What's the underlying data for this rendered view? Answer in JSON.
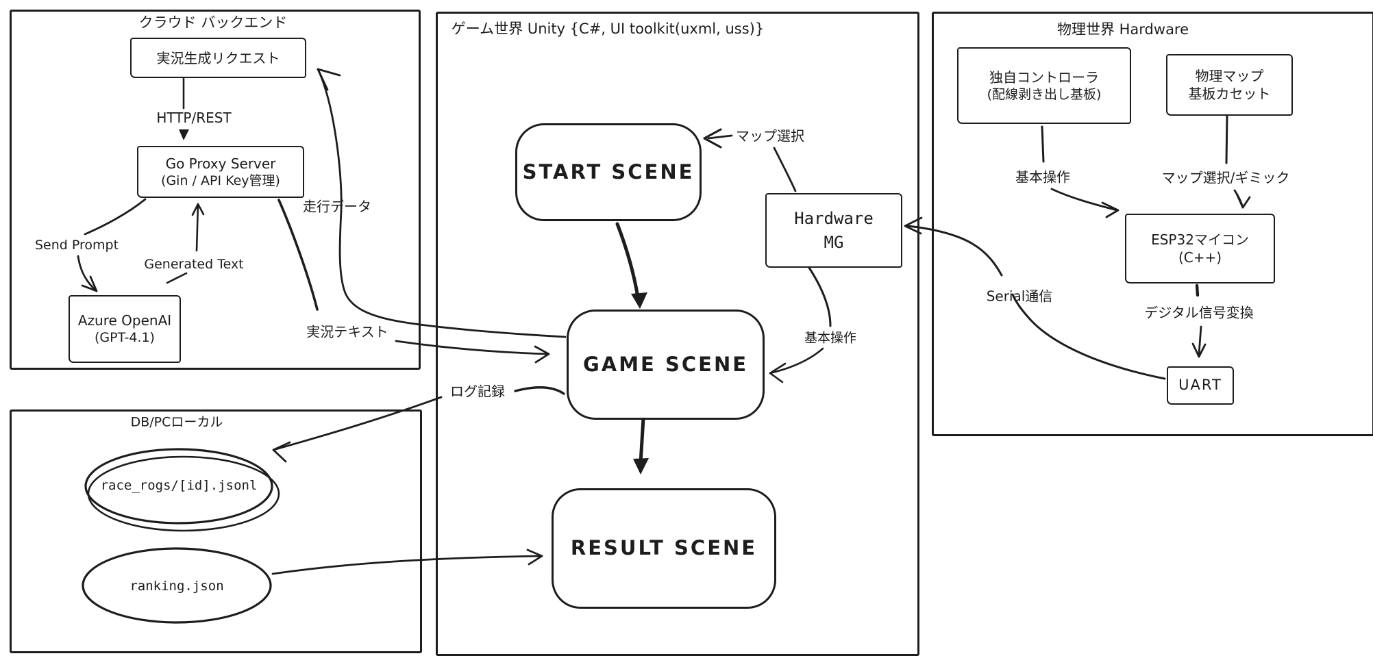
{
  "colors": {
    "ink": "#1d1d1d",
    "background": "#ffffff"
  },
  "cloud": {
    "title": "クラウド バックエンド",
    "request_label": "実況生成リクエスト",
    "http_label": "HTTP/REST",
    "proxy_line1": "Go Proxy Server",
    "proxy_line2": "(Gin / API Key管理)",
    "send_prompt_label": "Send Prompt",
    "generated_text_label": "Generated Text",
    "azure_line1": "Azure OpenAI",
    "azure_line2": "(GPT-4.1)",
    "run_data_label": "走行データ",
    "commentary_label": "実況テキスト"
  },
  "unity": {
    "title": "ゲーム世界 Unity {C#, UI toolkit(uxml, uss)}",
    "start_label": "START SCENE",
    "game_label": "GAME SCENE",
    "result_label": "RESULT SCENE",
    "hwmg_line1": "Hardware",
    "hwmg_line2": "MG",
    "map_select_label": "マップ選択",
    "basic_ops_label": "基本操作",
    "log_label": "ログ記録"
  },
  "db": {
    "title": "DB/PCローカル",
    "race_log_label": "race_rogs/[id].jsonl",
    "ranking_label": "ranking.json"
  },
  "hardware": {
    "title": "物理世界 Hardware",
    "controller_line1": "独自コントローラ",
    "controller_line2": "(配線剥き出し基板)",
    "mapboard_line1": "物理マップ",
    "mapboard_line2": "基板カセット",
    "basic_ops_label": "基本操作",
    "map_gimmick_label": "マップ選択/ギミック",
    "esp_line1": "ESP32マイコン",
    "esp_line2": "(C++)",
    "digital_label": "デジタル信号変換",
    "uart_label": "UART",
    "serial_label": "Serial通信"
  }
}
